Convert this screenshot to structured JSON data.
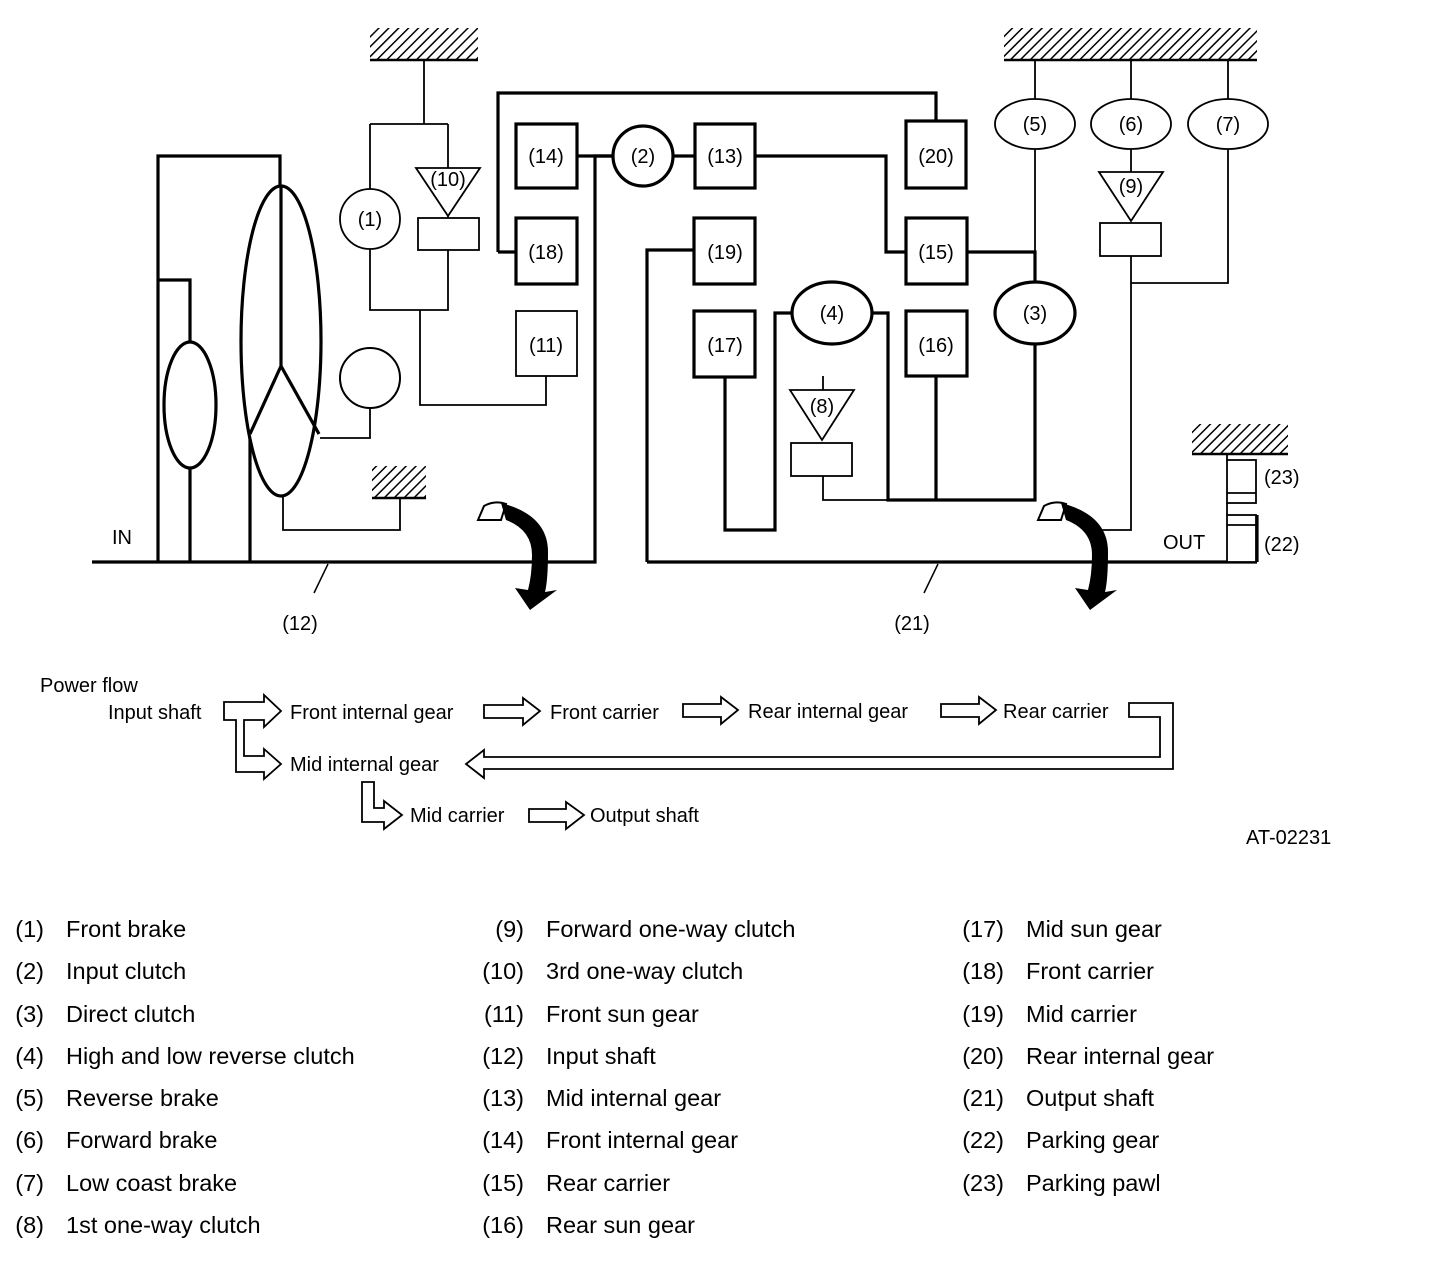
{
  "components": {
    "c1": "(1)",
    "c2": "(2)",
    "c3": "(3)",
    "c4": "(4)",
    "c5": "(5)",
    "c6": "(6)",
    "c7": "(7)",
    "c8": "(8)",
    "c9": "(9)",
    "c10": "(10)",
    "c11": "(11)",
    "c12": "(12)",
    "c13": "(13)",
    "c14": "(14)",
    "c15": "(15)",
    "c16": "(16)",
    "c17": "(17)",
    "c18": "(18)",
    "c19": "(19)",
    "c20": "(20)",
    "c21": "(21)",
    "c22": "(22)",
    "c23": "(23)"
  },
  "in_label": "IN",
  "out_label": "OUT",
  "power_flow": {
    "title": "Power flow",
    "input_shaft": "Input shaft",
    "front_internal_gear": "Front internal gear",
    "front_carrier": "Front carrier",
    "rear_internal_gear": "Rear internal gear",
    "rear_carrier": "Rear carrier",
    "mid_internal_gear": "Mid internal gear",
    "mid_carrier": "Mid carrier",
    "output_shaft": "Output shaft"
  },
  "figure_code": "AT-02231",
  "legend": [
    [
      {
        "num": "(1)",
        "name": "Front brake"
      },
      {
        "num": "(2)",
        "name": "Input clutch"
      },
      {
        "num": "(3)",
        "name": "Direct clutch"
      },
      {
        "num": "(4)",
        "name": "High and low reverse clutch"
      },
      {
        "num": "(5)",
        "name": "Reverse brake"
      },
      {
        "num": "(6)",
        "name": "Forward brake"
      },
      {
        "num": "(7)",
        "name": "Low coast brake"
      },
      {
        "num": "(8)",
        "name": "1st one-way clutch"
      }
    ],
    [
      {
        "num": "(9)",
        "name": "Forward one-way clutch"
      },
      {
        "num": "(10)",
        "name": "3rd one-way clutch"
      },
      {
        "num": "(11)",
        "name": "Front sun gear"
      },
      {
        "num": "(12)",
        "name": "Input shaft"
      },
      {
        "num": "(13)",
        "name": "Mid internal gear"
      },
      {
        "num": "(14)",
        "name": "Front internal gear"
      },
      {
        "num": "(15)",
        "name": "Rear carrier"
      },
      {
        "num": "(16)",
        "name": "Rear sun gear"
      }
    ],
    [
      {
        "num": "(17)",
        "name": "Mid sun gear"
      },
      {
        "num": "(18)",
        "name": "Front carrier"
      },
      {
        "num": "(19)",
        "name": "Mid carrier"
      },
      {
        "num": "(20)",
        "name": "Rear internal gear"
      },
      {
        "num": "(21)",
        "name": "Output shaft"
      },
      {
        "num": "(22)",
        "name": "Parking gear"
      },
      {
        "num": "(23)",
        "name": "Parking pawl"
      }
    ]
  ]
}
